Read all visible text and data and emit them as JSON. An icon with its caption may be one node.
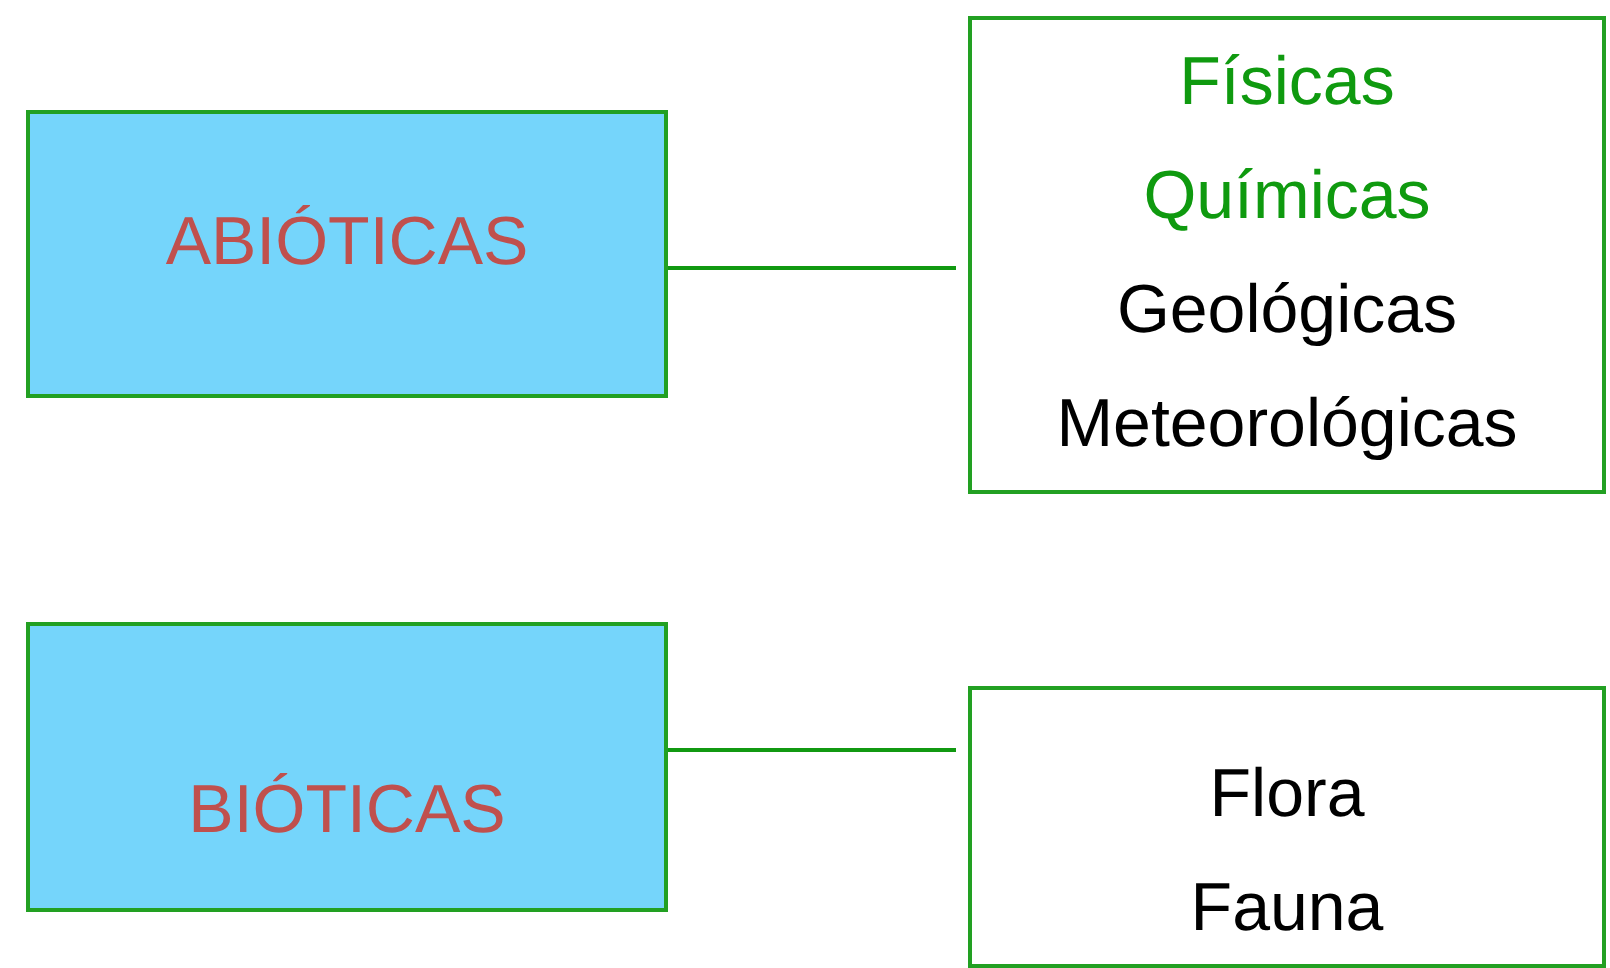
{
  "diagram": {
    "nodes": [
      {
        "text": [
          "ABIÓTICAS"
        ]
      },
      {
        "text": [
          "Físicas",
          "Químicas",
          "Geológicas",
          "Meteorológicas"
        ]
      },
      {
        "text": [
          "BIÓTICAS"
        ]
      },
      {
        "text": [
          "Flora",
          "Fauna"
        ]
      }
    ],
    "edges": [
      {
        "from": 0,
        "to": 1,
        "arrow": "none"
      },
      {
        "from": 2,
        "to": 3,
        "arrow": "none"
      }
    ]
  }
}
